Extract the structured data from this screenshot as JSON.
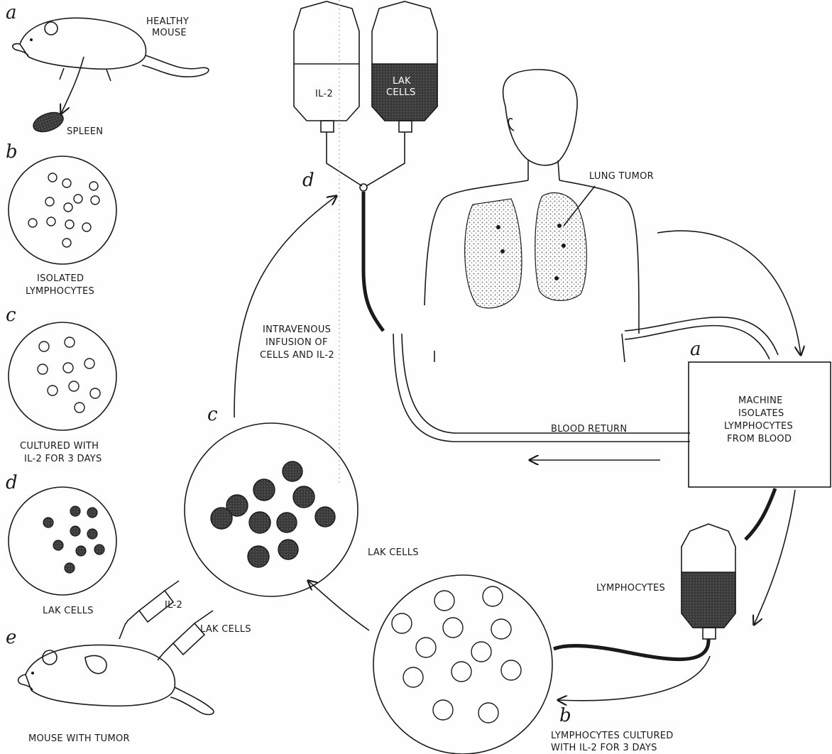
{
  "left_panel": {
    "step_a": "a",
    "healthy_mouse_line1": "HEALTHY",
    "healthy_mouse_line2": "MOUSE",
    "spleen": "SPLEEN",
    "step_b": "b",
    "isolated_line1": "ISOLATED",
    "isolated_line2": "LYMPHOCYTES",
    "step_c": "c",
    "cultured_line1": "CULTURED WITH",
    "cultured_line2": "IL-2 FOR 3 DAYS",
    "step_d": "d",
    "lak_cells": "LAK CELLS",
    "step_e": "e",
    "syringe_il2": "IL-2",
    "syringe_lak": "LAK CELLS",
    "mouse_tumor": "MOUSE WITH TUMOR"
  },
  "right_panel": {
    "bag_il2": "IL-2",
    "bag_lak_line1": "LAK",
    "bag_lak_line2": "CELLS",
    "step_d": "d",
    "lung_tumor": "LUNG TUMOR",
    "infusion_line1": "INTRAVENOUS",
    "infusion_line2": "INFUSION OF",
    "infusion_line3": "CELLS AND IL-2",
    "step_a": "a",
    "machine_line1": "MACHINE",
    "machine_line2": "ISOLATES",
    "machine_line3": "LYMPHOCYTES",
    "machine_line4": "FROM BLOOD",
    "blood_return": "BLOOD RETURN",
    "step_c": "c",
    "lak_cells": "LAK CELLS",
    "lymphocytes": "LYMPHOCYTES",
    "step_b": "b",
    "cultured_line1": "LYMPHOCYTES CULTURED",
    "cultured_line2": "WITH IL-2 FOR 3 DAYS"
  }
}
